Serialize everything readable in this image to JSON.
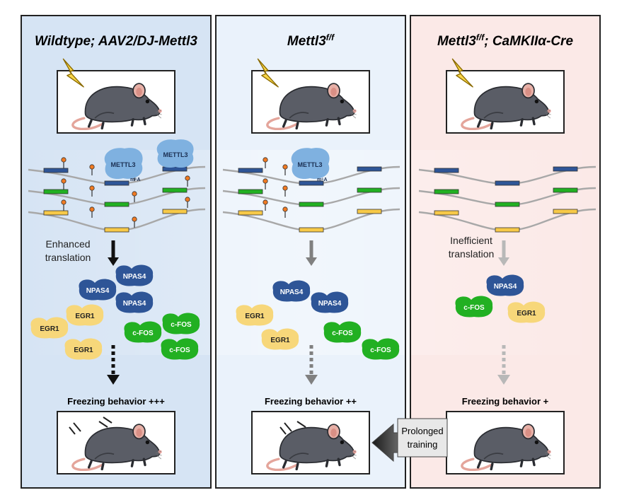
{
  "panels": [
    {
      "id": "wildtype",
      "title": "Wildtype; AAV2/DJ-Mettl3",
      "bg_color": "#d6e4f4",
      "arrow_label": [
        "Enhanced",
        "translation"
      ],
      "mettl3_label": "METTL3",
      "m6a_label": "m⁶A",
      "proteins": [
        {
          "name": "NPAS4",
          "color": "#2e5597"
        },
        {
          "name": "NPAS4",
          "color": "#2e5597"
        },
        {
          "name": "NPAS4",
          "color": "#2e5597"
        },
        {
          "name": "EGR1",
          "color": "#f7d77a"
        },
        {
          "name": "EGR1",
          "color": "#f7d77a"
        },
        {
          "name": "EGR1",
          "color": "#f7d77a"
        },
        {
          "name": "c-FOS",
          "color": "#22b022"
        },
        {
          "name": "c-FOS",
          "color": "#22b022"
        },
        {
          "name": "c-FOS",
          "color": "#22b022"
        }
      ],
      "behavior": "Freezing behavior +++"
    },
    {
      "id": "mettl3ff",
      "title_base": "Mettl3",
      "title_sup": "f/f",
      "title_rest": "",
      "bg_color": "#eaf2fb",
      "mettl3_label": "METTL3",
      "m6a_label": "m⁶A",
      "proteins": [
        {
          "name": "NPAS4",
          "color": "#2e5597"
        },
        {
          "name": "NPAS4",
          "color": "#2e5597"
        },
        {
          "name": "EGR1",
          "color": "#f7d77a"
        },
        {
          "name": "EGR1",
          "color": "#f7d77a"
        },
        {
          "name": "c-FOS",
          "color": "#22b022"
        },
        {
          "name": "c-FOS",
          "color": "#22b022"
        }
      ],
      "behavior": "Freezing behavior ++"
    },
    {
      "id": "cre",
      "title_base": "Mettl3",
      "title_sup": "f/f",
      "title_rest": "; CaMKIIα-Cre",
      "bg_color": "#fbe9e7",
      "arrow_label": [
        "Inefficient",
        "translation"
      ],
      "proteins": [
        {
          "name": "NPAS4",
          "color": "#2e5597"
        },
        {
          "name": "c-FOS",
          "color": "#22b022"
        },
        {
          "name": "EGR1",
          "color": "#f7d77a"
        }
      ],
      "behavior": "Freezing behavior +"
    }
  ],
  "prolonged_training": [
    "Prolonged",
    "training"
  ],
  "colors": {
    "mrna_line": "#a8a8a8",
    "blue_orf": "#2e5597",
    "green_orf": "#22b022",
    "yellow_orf": "#f7c948",
    "mettl3_blob": "#7fb1e0",
    "lollipop": "#f07a22",
    "lightning": "#f9d648",
    "arrow_black": "#111111",
    "arrow_grey": "#808080",
    "arrow_lightgrey": "#b8b8b8"
  }
}
